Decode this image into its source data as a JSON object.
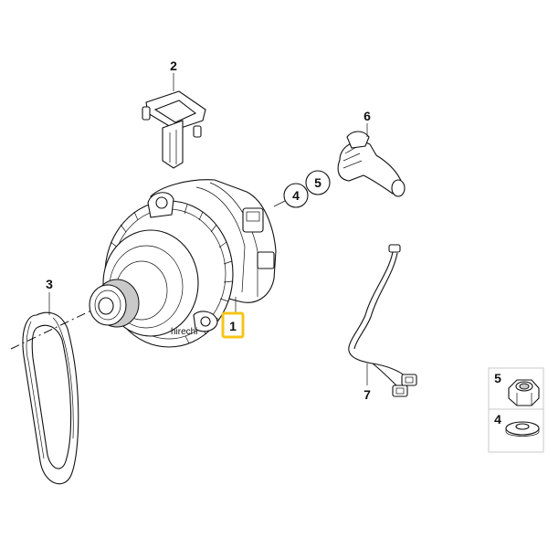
{
  "callouts": {
    "c1": "1",
    "c2": "2",
    "c3": "3",
    "c4": "4",
    "c5": "5",
    "c6": "6",
    "c7": "7",
    "c4_part": "4",
    "c5_part": "5",
    "c4_side": "4",
    "c5_side": "5"
  },
  "watermark": "hirechi",
  "colors": {
    "highlight": "#f5c518",
    "line": "#111111",
    "shade": "#c9c9c9"
  }
}
